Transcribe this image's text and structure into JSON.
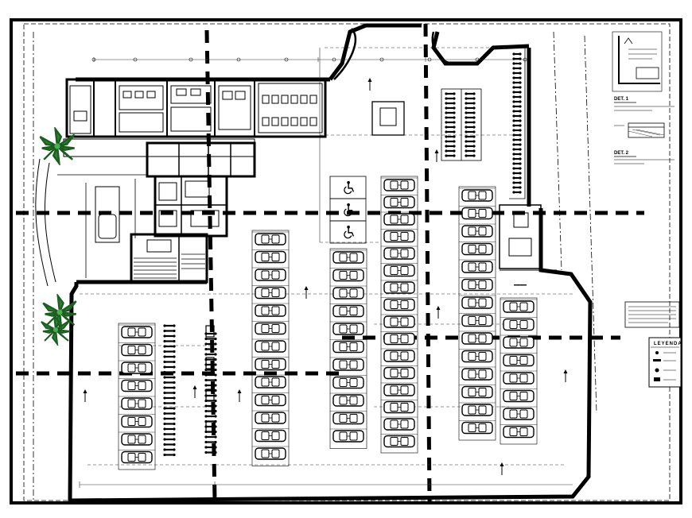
{
  "drawing": {
    "details": [
      {
        "label": "DET. 1"
      },
      {
        "label": "DET. 2"
      }
    ],
    "legend": {
      "title": "LEYENDA"
    },
    "colors": {
      "ink": "#000000",
      "paper": "#ffffff",
      "thin": "#333333",
      "tree": "#2e7d32"
    },
    "icons": [
      "wheelchair-icon",
      "car-icon",
      "palm-tree-icon",
      "arrow-icon"
    ]
  }
}
